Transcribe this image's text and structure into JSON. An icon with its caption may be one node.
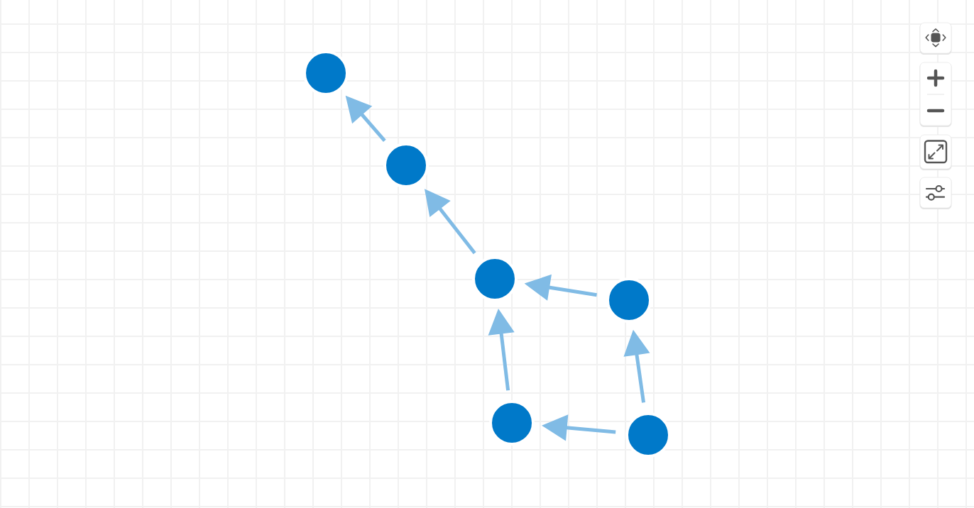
{
  "diagram": {
    "nodes": [
      {
        "text": [],
        "shape": "circle"
      },
      {
        "text": [],
        "shape": "circle"
      },
      {
        "text": [],
        "shape": "circle"
      },
      {
        "text": [],
        "shape": "circle"
      },
      {
        "text": [],
        "shape": "circle"
      },
      {
        "text": [],
        "shape": "circle"
      }
    ],
    "edges": [
      {
        "from": 1,
        "to": 0,
        "arrow": "to"
      },
      {
        "from": 2,
        "to": 1,
        "arrow": "to"
      },
      {
        "from": 3,
        "to": 2,
        "arrow": "to"
      },
      {
        "from": 4,
        "to": 2,
        "arrow": "to"
      },
      {
        "from": 5,
        "to": 4,
        "arrow": "to"
      },
      {
        "from": 5,
        "to": 3,
        "arrow": "to"
      }
    ]
  }
}
